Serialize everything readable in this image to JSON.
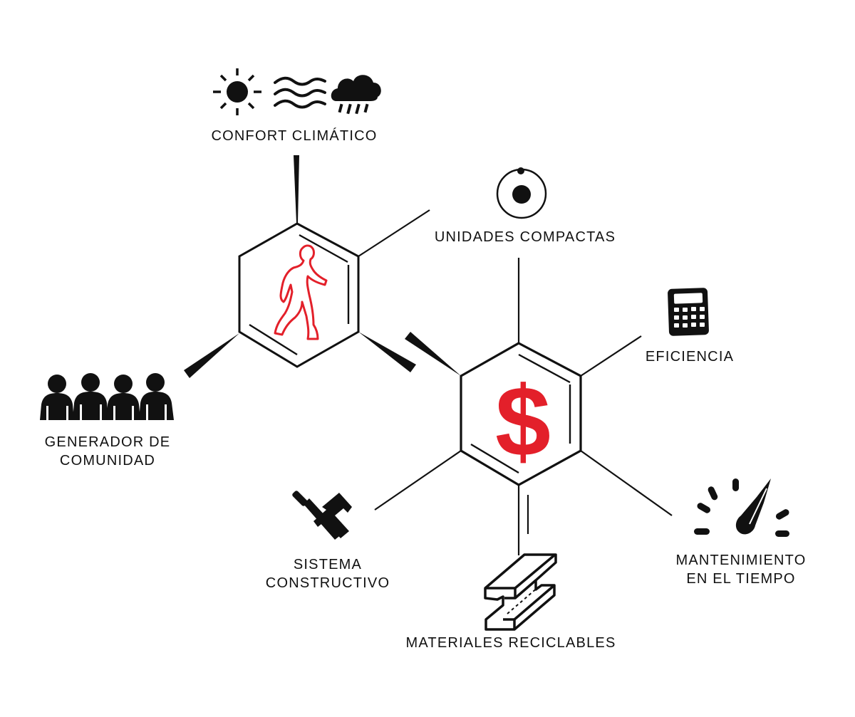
{
  "labels": {
    "confort": "CONFORT CLIMÁTICO",
    "unidades": "UNIDADES COMPACTAS",
    "eficiencia": "EFICIENCIA",
    "generador_line1": "GENERADOR DE",
    "generador_line2": "COMUNIDAD",
    "sistema_line1": "SISTEMA",
    "sistema_line2": "CONSTRUCTIVO",
    "materiales": "MATERIALES RECICLABLES",
    "mantenimiento_line1": "MANTENIMIENTO",
    "mantenimiento_line2": "EN EL TIEMPO"
  },
  "center_symbol": "$",
  "icons": [
    "sun-icon",
    "wind-icon",
    "rain-cloud-icon",
    "orbit-icon",
    "calculator-icon",
    "people-group-icon",
    "tools-icon",
    "steel-beam-icon",
    "gauge-icon",
    "walking-person-icon"
  ],
  "colors": {
    "accent": "#e3202a",
    "ink": "#111111"
  }
}
